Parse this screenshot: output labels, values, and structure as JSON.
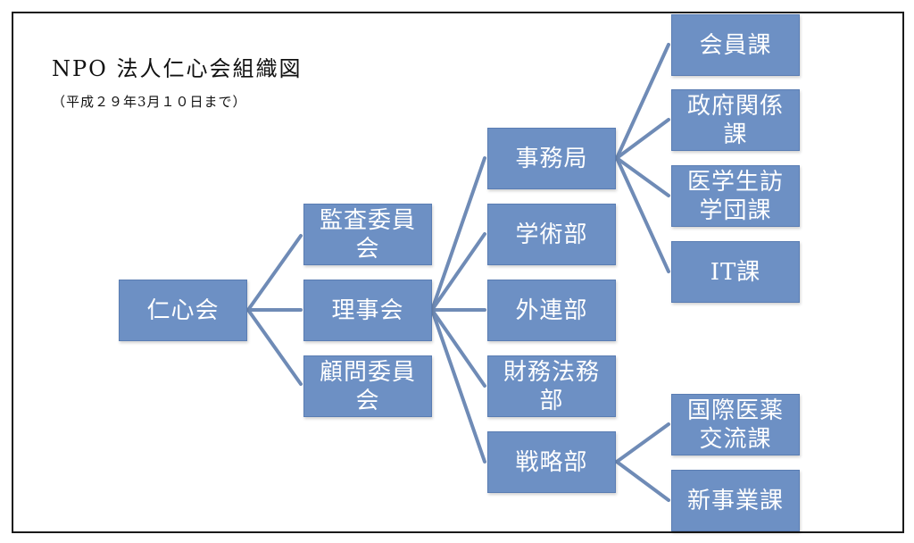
{
  "title": "NPO 法人仁心会組織図",
  "subtitle": "（平成２９年3月１０日まで）",
  "colors": {
    "node_fill": "#6d90c4",
    "connector": "#6f8bb6",
    "node_text": "#ffffff"
  },
  "nodes": {
    "root": "仁心会",
    "audit": "監査委員会",
    "board": "理事会",
    "advisory": "顧問委員会",
    "secretariat": "事務局",
    "academic": "学術部",
    "liaison": "外連部",
    "finance": "財務法務部",
    "strategy": "戦略部",
    "member": "会員課",
    "gov": "政府関係課",
    "medstudent": "医学生訪学団課",
    "it": "IT課",
    "intl": "国際医薬交流課",
    "newbiz": "新事業課"
  }
}
